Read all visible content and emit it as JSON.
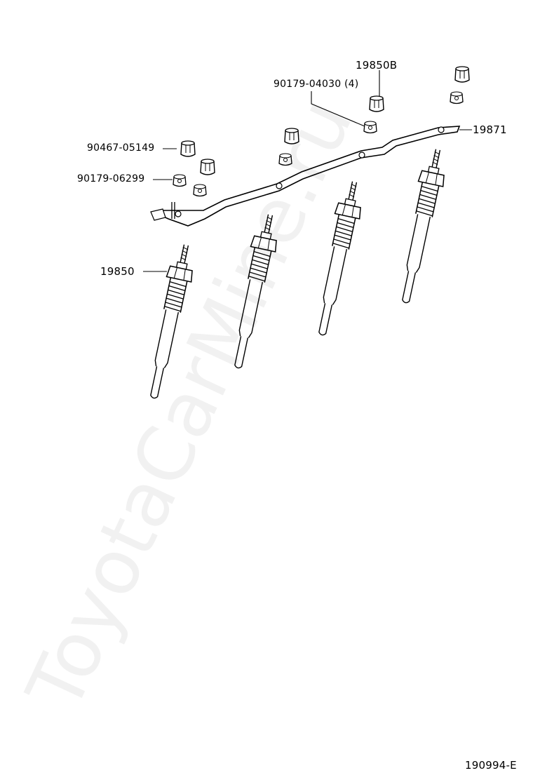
{
  "diagram": {
    "callouts": {
      "part_19850B": "19850B",
      "part_90179_04030": "90179-04030 (4)",
      "part_19871": "19871",
      "part_90467_05149": "90467-05149",
      "part_90179_06299": "90179-06299",
      "part_19850": "19850"
    },
    "figure_code": "190994-E",
    "watermark": "ToyotaCarMine.ru"
  }
}
